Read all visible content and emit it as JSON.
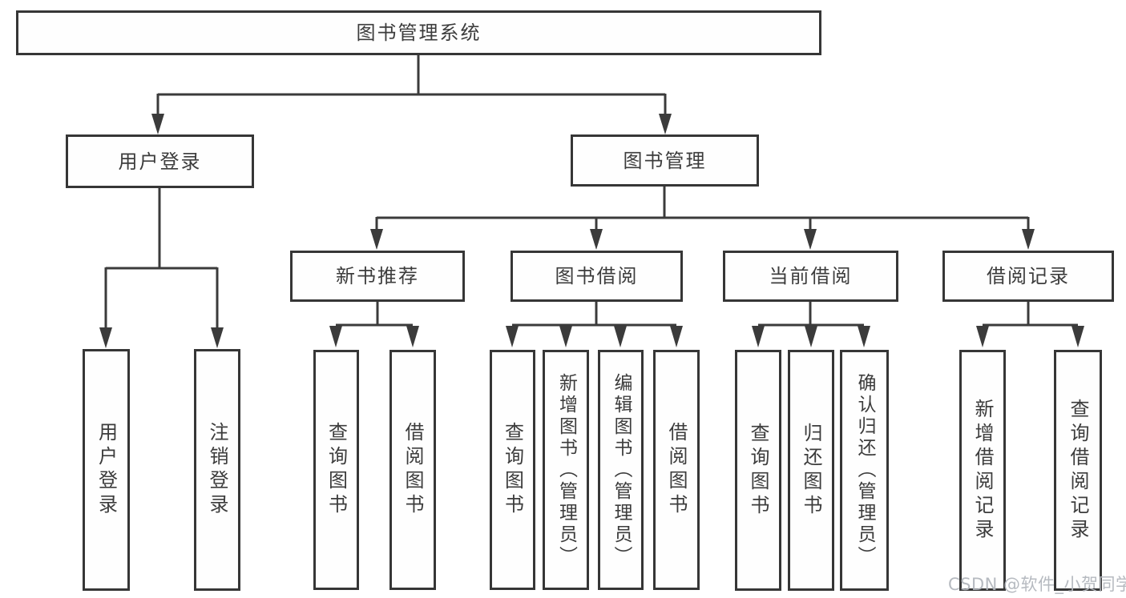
{
  "diagram": {
    "root": {
      "label": "图书管理系统"
    },
    "level2": {
      "user_login": {
        "label": "用户登录"
      },
      "book_management": {
        "label": "图书管理"
      }
    },
    "level3": {
      "new_book_recommend": {
        "label": "新书推荐"
      },
      "book_borrowing": {
        "label": "图书借阅"
      },
      "current_borrowing": {
        "label": "当前借阅"
      },
      "borrowing_records": {
        "label": "借阅记录"
      }
    },
    "leaves": {
      "user_login": [
        "用户登录",
        "注销登录"
      ],
      "new_book_recommend": [
        "查询图书",
        "借阅图书"
      ],
      "book_borrowing": [
        "查询图书",
        "新增图书（管理员）",
        "编辑图书（管理员）",
        "借阅图书"
      ],
      "current_borrowing": [
        "查询图书",
        "归还图书",
        "确认归还（管理员）"
      ],
      "borrowing_records": [
        "新增借阅记录",
        "查询借阅记录"
      ]
    }
  },
  "watermark": {
    "text": "CSDN @软件_小贺同学"
  },
  "colors": {
    "line": "#3b3b3b",
    "border": "#363636",
    "text": "#3c3c3c",
    "watermark": "#b2b6bd"
  }
}
